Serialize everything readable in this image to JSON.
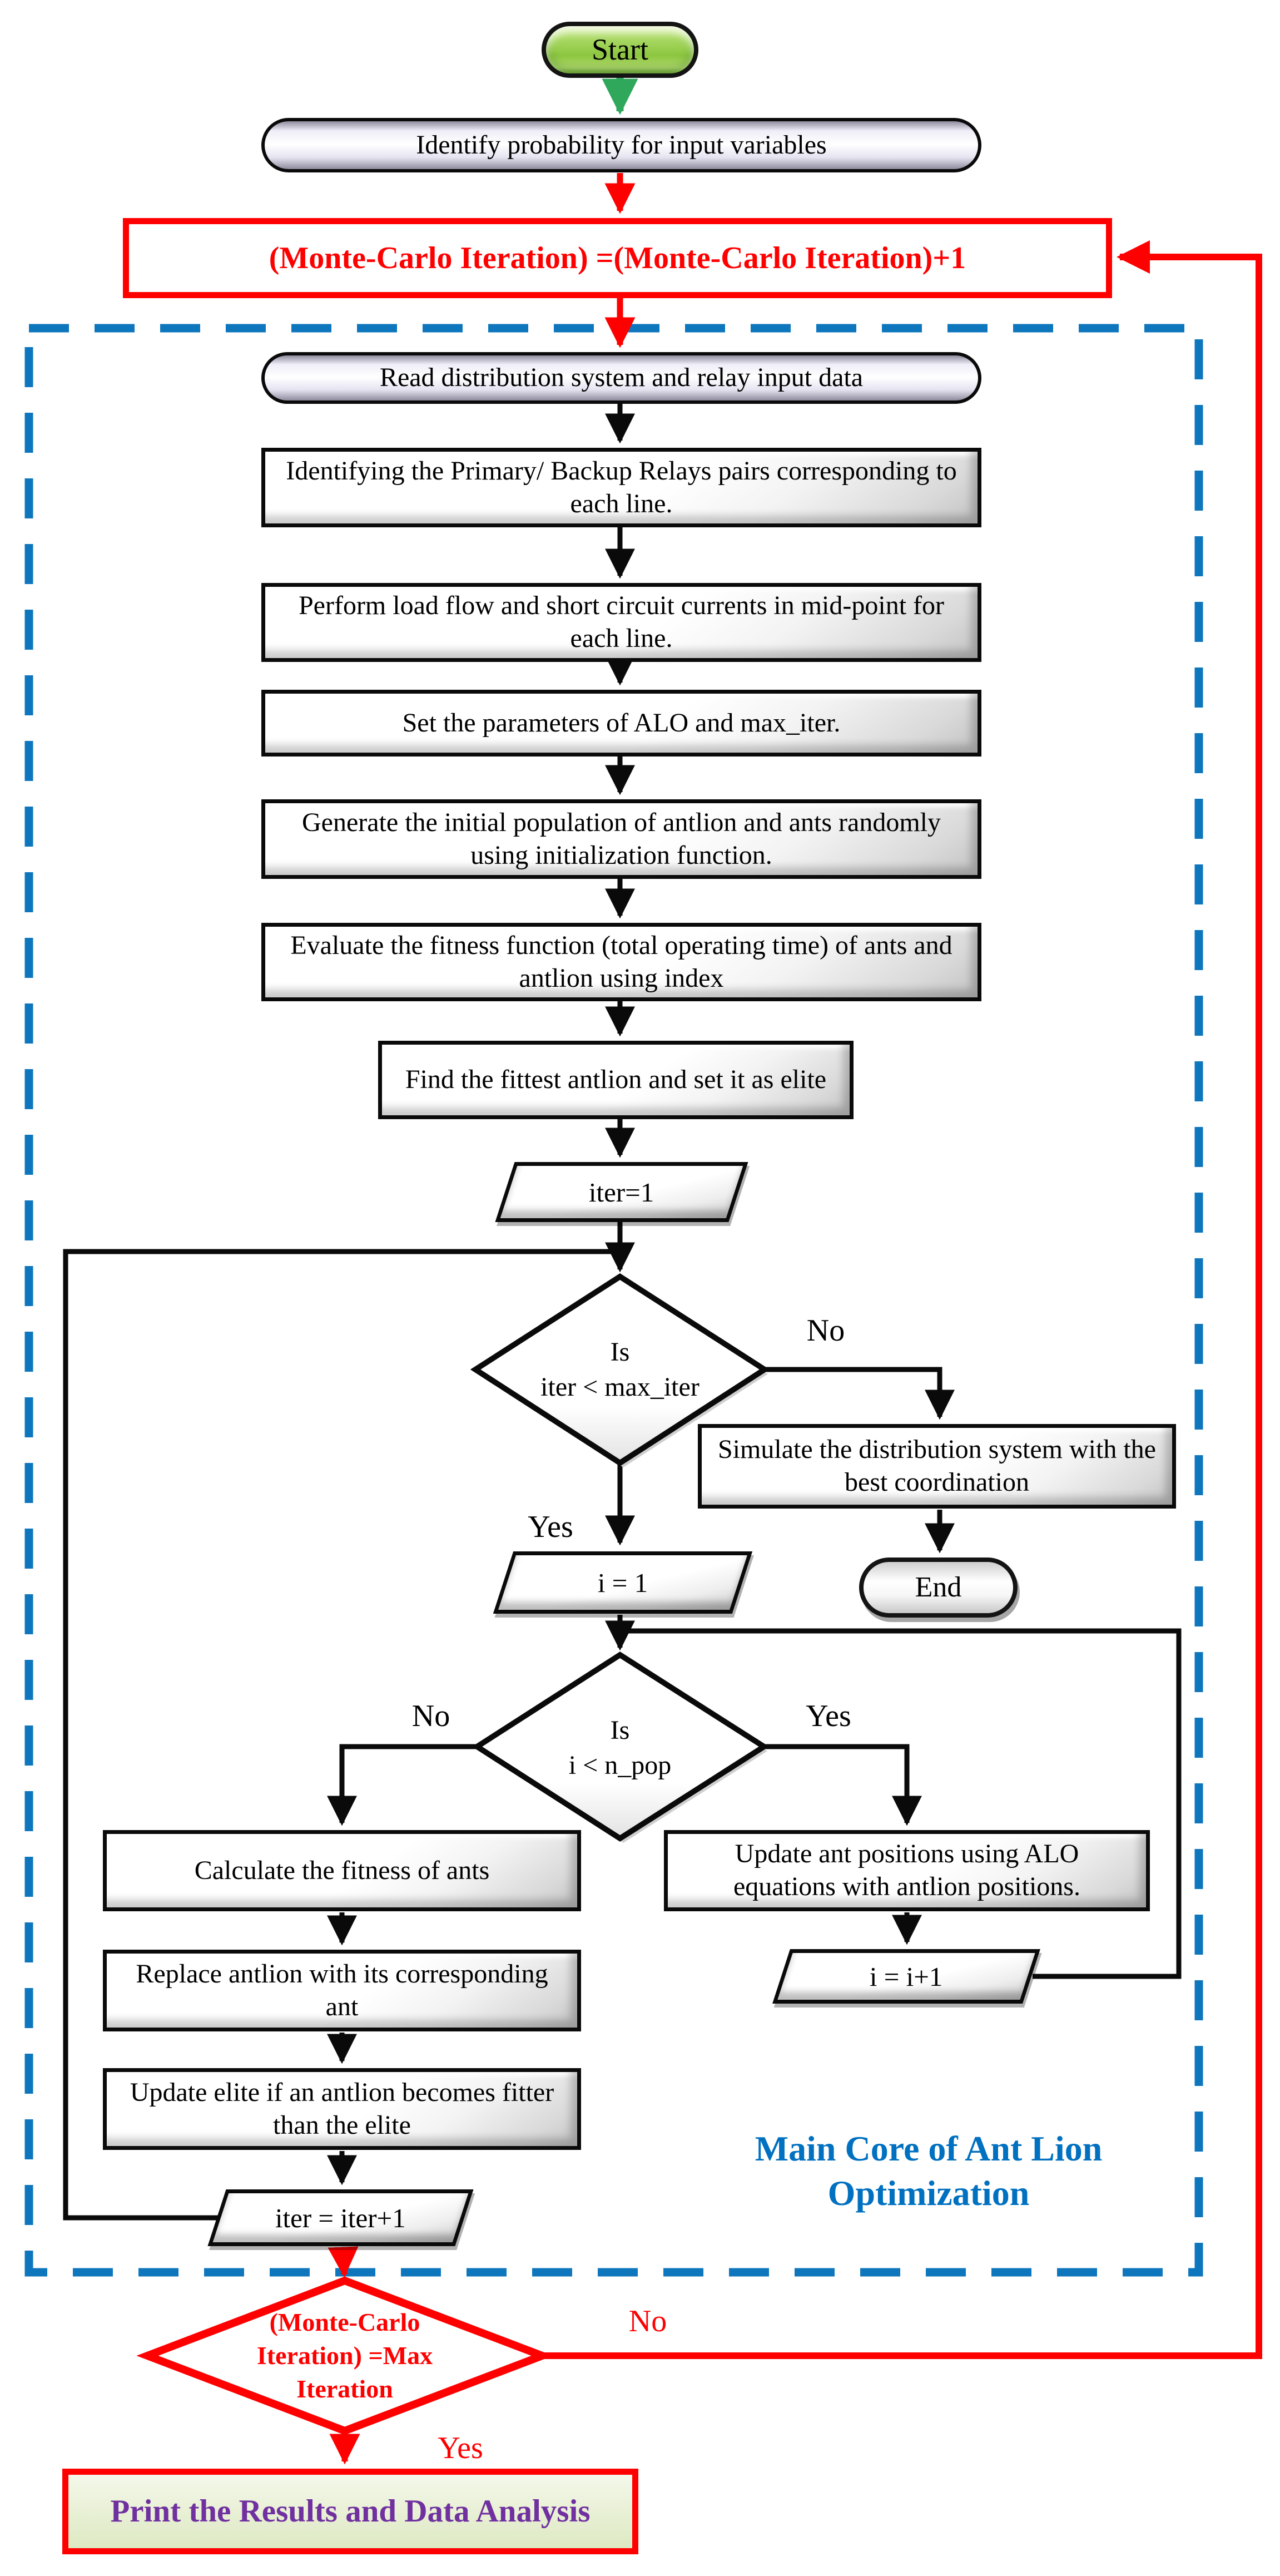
{
  "flowchart": {
    "nodes": {
      "start": "Start",
      "identify_probability": "Identify probability for input variables",
      "monte_carlo_increment": "(Monte-Carlo Iteration) =(Monte-Carlo Iteration)+1",
      "read_input": "Read distribution system and relay input data",
      "identify_relay_pairs": "Identifying the Primary/ Backup Relays pairs corresponding to each line.",
      "load_flow": "Perform load flow and short circuit currents in mid-point for each line.",
      "set_parameters": "Set the parameters of ALO and max_iter.",
      "generate_population": "Generate the initial population of antlion and ants randomly using initialization function.",
      "evaluate_fitness": "Evaluate the fitness function (total operating time) of ants and antlion using index",
      "find_fittest": "Find the fittest antlion and set it as elite",
      "iter_init": "iter=1",
      "iter_check": "Is\niter < max_iter",
      "simulate": "Simulate the distribution system with the best coordination",
      "end": "End",
      "i_init": "i = 1",
      "pop_check": "Is\ni < n_pop",
      "calc_fitness": "Calculate the fitness of ants",
      "replace_antlion": "Replace antlion with its corresponding ant",
      "update_elite": "Update elite if an antlion becomes fitter than the elite",
      "iter_increment": "iter = iter+1",
      "update_ant_positions": "Update ant positions using ALO equations with antlion positions.",
      "i_increment": "i = i+1",
      "monte_carlo_check": "(Monte-Carlo\nIteration) =Max\nIteration",
      "print_results": "Print the Results and Data Analysis"
    },
    "edge_labels": {
      "iter_check_no": "No",
      "iter_check_yes": "Yes",
      "pop_check_no": "No",
      "pop_check_yes": "Yes",
      "monte_carlo_no": "No",
      "monte_carlo_yes": "Yes"
    },
    "region_label": "Main Core of Ant Lion Optimization",
    "colors": {
      "loop_red": "#FF0000",
      "boundary_blue": "#0E76BD",
      "region_label_blue": "#0070C0",
      "start_green": "#8DC63F",
      "arrow_green": "#2FA85C",
      "results_purple": "#7030A0"
    }
  }
}
